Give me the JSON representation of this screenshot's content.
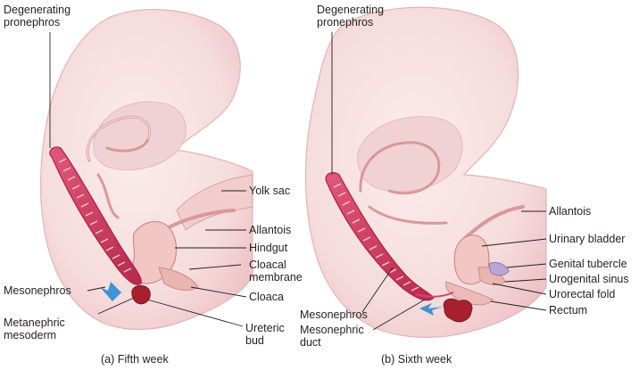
{
  "panels": [
    {
      "caption": "(a) Fifth week",
      "labels": {
        "degenerating_pronephros": [
          "Degenerating",
          "pronephros"
        ],
        "yolk_sac": "Yolk sac",
        "allantois": "Allantois",
        "hindgut": "Hindgut",
        "cloacal_membrane": [
          "Cloacal",
          "membrane"
        ],
        "cloaca": "Cloaca",
        "mesonephros": "Mesonephros",
        "metanephric_mesoderm": [
          "Metanephric",
          "mesoderm"
        ],
        "ureteric_bud": [
          "Ureteric",
          "bud"
        ]
      }
    },
    {
      "caption": "(b) Sixth week",
      "labels": {
        "degenerating_pronephros": [
          "Degenerating",
          "pronephros"
        ],
        "allantois": "Allantois",
        "urinary_bladder": "Urinary bladder",
        "genital_tubercle": "Genital tubercle",
        "urogenital_sinus": "Urogenital sinus",
        "urorectal_fold": "Urorectal fold",
        "rectum": "Rectum",
        "mesonephros": "Mesonephros",
        "mesonephric_duct": [
          "Mesonephric",
          "duct"
        ]
      }
    }
  ],
  "colors": {
    "embryo_fill": "#f6dcdc",
    "embryo_shade": "#eec7c9",
    "embryo_outline": "#e3b3b6",
    "tube": "#f1c6c3",
    "tube_edge": "#cf8a89",
    "mesonephros": "#d6426b",
    "mesonephros_dark": "#a8214a",
    "tubules": "#f3c9a8",
    "metanephric": "#a8202d",
    "arrow": "#3f93d6",
    "leader": "#231f20"
  }
}
